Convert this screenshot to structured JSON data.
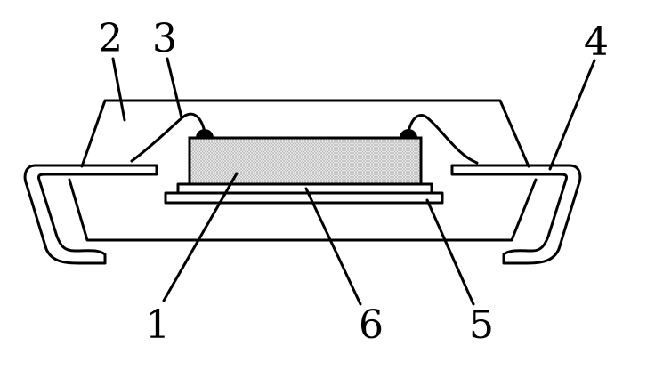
{
  "diagram": {
    "callouts": [
      {
        "id": "1",
        "text": "1"
      },
      {
        "id": "2",
        "text": "2"
      },
      {
        "id": "3",
        "text": "3"
      },
      {
        "id": "4",
        "text": "4"
      },
      {
        "id": "5",
        "text": "5"
      },
      {
        "id": "6",
        "text": "6"
      }
    ],
    "colors": {
      "stroke": "#000000",
      "background": "#ffffff",
      "die_fill": "#d9d9d9",
      "die_dots": "#8a8a8a",
      "solder_ball": "#000000"
    }
  }
}
